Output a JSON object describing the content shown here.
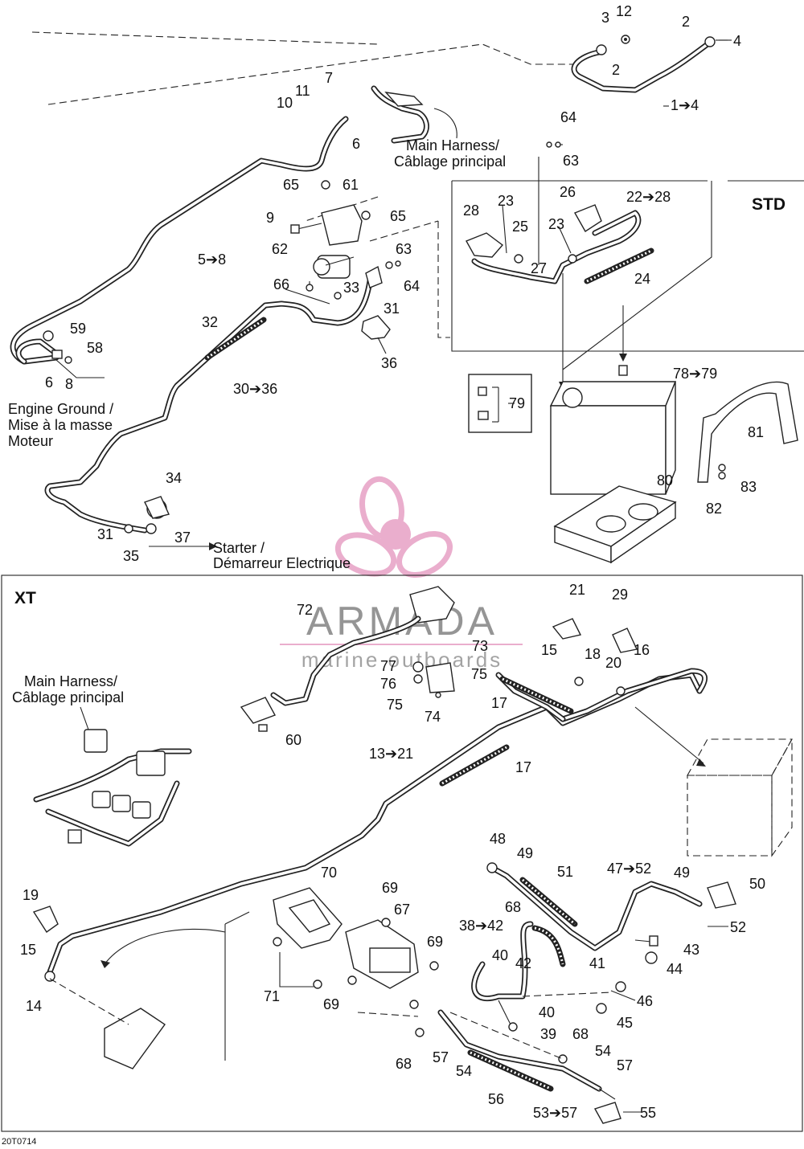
{
  "diagram": {
    "figure_code": "20T0714",
    "sections": {
      "std": "STD",
      "xt": "XT"
    },
    "captions": {
      "main_harness_top_1": "Main Harness/",
      "main_harness_top_2": "Câblage principal",
      "engine_ground_1": "Engine Ground /",
      "engine_ground_2": "Mise à la masse",
      "engine_ground_3": "Moteur",
      "starter_1": "Starter /",
      "starter_2": "Démarreur Electrique",
      "main_harness_xt_1": "Main Harness/",
      "main_harness_xt_2": "Câblage principal"
    },
    "watermark": {
      "brand": "ARMADA",
      "tagline": "marine outboards",
      "brand_color": "#8a8a8a",
      "accent_color": "#e8a6c8"
    },
    "callouts": {
      "c3": "3",
      "c12": "12",
      "c2a": "2",
      "c4": "4",
      "c2b": "2",
      "c1_4": "1➔4",
      "c7": "7",
      "c11": "11",
      "c10": "10",
      "c6a": "6",
      "c64a": "64",
      "c63a": "63",
      "c65a": "65",
      "c61": "61",
      "c9": "9",
      "c65b": "65",
      "c62": "62",
      "c63b": "63",
      "c64b": "64",
      "c66": "66",
      "c33": "33",
      "c31a": "31",
      "c36": "36",
      "c5_8": "5➔8",
      "c32": "32",
      "c30_36": "30➔36",
      "c59": "59",
      "c58": "58",
      "c6b": "6",
      "c8": "8",
      "c34": "34",
      "c31b": "31",
      "c37": "37",
      "c35": "35",
      "c26": "26",
      "c22_28": "22➔28",
      "c28": "28",
      "c23a": "23",
      "c25": "25",
      "c23b": "23",
      "c27": "27",
      "c24": "24",
      "c78_79": "78➔79",
      "c79": "79",
      "c81": "81",
      "c83": "83",
      "c82": "82",
      "c80": "80",
      "c21a": "21",
      "c29": "29",
      "c72": "72",
      "c73": "73",
      "c77": "77",
      "c76": "76",
      "c75a": "75",
      "c75b": "75",
      "c74": "74",
      "c15a": "15",
      "c18": "18",
      "c16": "16",
      "c20": "20",
      "c17a": "17",
      "c60": "60",
      "c13_21": "13➔21",
      "c17b": "17",
      "c19": "19",
      "c15b": "15",
      "c14": "14",
      "c70": "70",
      "c69a": "69",
      "c67": "67",
      "c69b": "69",
      "c71": "71",
      "c69c": "69",
      "c68a": "68",
      "c57a": "57",
      "c54a": "54",
      "c56": "56",
      "c53_57": "53➔57",
      "c55": "55",
      "c57b": "57",
      "c54b": "54",
      "c48": "48",
      "c49a": "49",
      "c51": "51",
      "c47_52": "47➔52",
      "c49b": "49",
      "c50": "50",
      "c68b": "68",
      "c38_42": "38➔42",
      "c40a": "40",
      "c42": "42",
      "c41": "41",
      "c40b": "40",
      "c39": "39",
      "c68c": "68",
      "c43": "43",
      "c44": "44",
      "c46": "46",
      "c45": "45",
      "c52": "52"
    }
  }
}
